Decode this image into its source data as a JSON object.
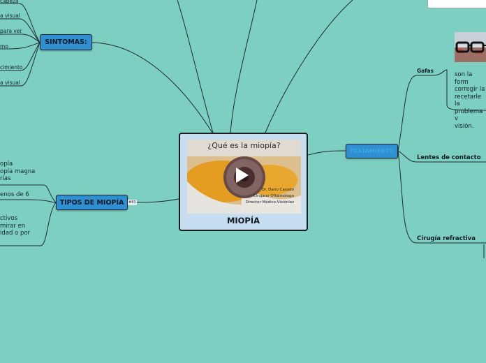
{
  "center": {
    "title": "MIOPÍA",
    "video": {
      "heading": "¿Qué es la miopía?",
      "credits": [
        "Dr. Darío Casado",
        "Cirujano Oftalmólogo",
        "Director Médico-Visiónlez"
      ]
    }
  },
  "sintomas": {
    "label": "SINTOMAS:",
    "items": [
      "cabeza",
      "a visual",
      "para ver",
      "mo",
      "cimiento",
      "a visual"
    ]
  },
  "tipos": {
    "label": "TIPOS DE MIOPÍA",
    "badge": "#83",
    "items": [
      [
        "opía",
        "opía magna",
        "rías"
      ],
      [
        "enos de 6"
      ],
      [
        "ctivos",
        "mirar en",
        "idad o por"
      ]
    ]
  },
  "tratamiento": {
    "label": "TRATAMIENTO",
    "branches": [
      {
        "label": "Gafas",
        "description": [
          "son la form",
          "corregir la",
          "recetarle la",
          "problema v",
          "visión."
        ]
      },
      {
        "label": "Lentes de contacto"
      },
      {
        "label": "Cirugía refractiva"
      }
    ]
  },
  "colors": {
    "background": "#7ccfc1",
    "node": "#2f8fd0",
    "center": "#c7ddf0",
    "line": "#1e2b2f",
    "tratamiento_text": "#3aa7e8"
  }
}
